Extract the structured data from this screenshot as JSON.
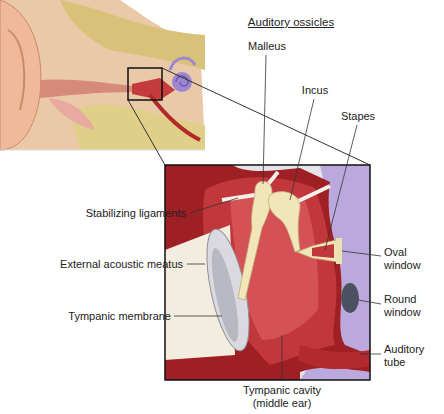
{
  "diagram": {
    "title": "Auditory ossicles",
    "labels": [
      "Malleus",
      "Incus",
      "Stapes",
      "Stabilizing ligaments",
      "External acoustic meatus",
      "Tympanic membrane",
      "Oval window",
      "Round window",
      "Auditory tube",
      "Tympanic cavity (middle ear)"
    ]
  }
}
